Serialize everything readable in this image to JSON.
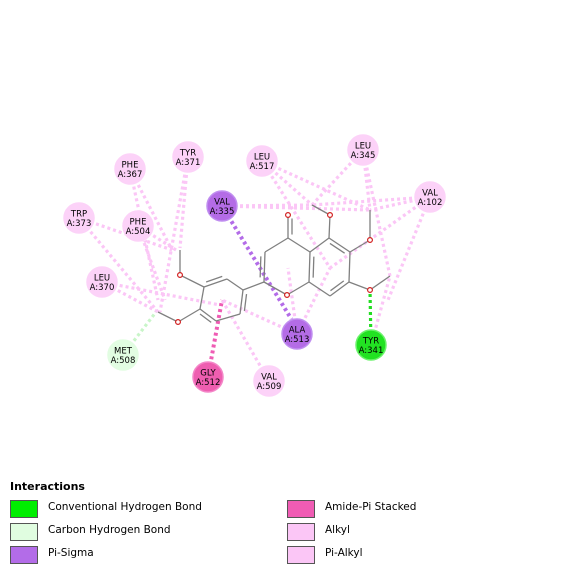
{
  "colors": {
    "conventional_h_bond": "#00ee00",
    "carbon_h_bond": "#d8fcd8",
    "pi_sigma": "#b36ce8",
    "amide_pi_stacked": "#ef5cb4",
    "alkyl": "#fbc6f6",
    "pi_alkyl": "#fbc6f6",
    "bond": "#808080",
    "oxygen": "#d22020"
  },
  "residues": [
    {
      "id": "phe367",
      "name": "PHE",
      "number": "A:367",
      "type": "alkyl"
    },
    {
      "id": "tyr371",
      "name": "TYR",
      "number": "A:371",
      "type": "alkyl"
    },
    {
      "id": "leu517",
      "name": "LEU",
      "number": "A:517",
      "type": "alkyl"
    },
    {
      "id": "leu345",
      "name": "LEU",
      "number": "A:345",
      "type": "alkyl"
    },
    {
      "id": "val102",
      "name": "VAL",
      "number": "A:102",
      "type": "alkyl"
    },
    {
      "id": "trp373",
      "name": "TRP",
      "number": "A:373",
      "type": "alkyl"
    },
    {
      "id": "phe504",
      "name": "PHE",
      "number": "A:504",
      "type": "alkyl"
    },
    {
      "id": "val335",
      "name": "VAL",
      "number": "A:335",
      "type": "pi_sigma"
    },
    {
      "id": "leu370",
      "name": "LEU",
      "number": "A:370",
      "type": "alkyl"
    },
    {
      "id": "met508",
      "name": "MET",
      "number": "A:508",
      "type": "carbon_h_bond"
    },
    {
      "id": "ala513",
      "name": "ALA",
      "number": "A:513",
      "type": "pi_sigma"
    },
    {
      "id": "tyr341",
      "name": "TYR",
      "number": "A:341",
      "type": "conventional_h_bond"
    },
    {
      "id": "gly512",
      "name": "GLY",
      "number": "A:512",
      "type": "amide_pi_stacked"
    },
    {
      "id": "val509",
      "name": "VAL",
      "number": "A:509",
      "type": "alkyl"
    }
  ],
  "legend": {
    "title": "Interactions",
    "items": [
      {
        "label": "Conventional Hydrogen Bond",
        "type": "conventional_h_bond"
      },
      {
        "label": "Carbon Hydrogen Bond",
        "type": "carbon_h_bond"
      },
      {
        "label": "Pi-Sigma",
        "type": "pi_sigma"
      },
      {
        "label": "Amide-Pi Stacked",
        "type": "amide_pi_stacked"
      },
      {
        "label": "Alkyl",
        "type": "alkyl"
      },
      {
        "label": "Pi-Alkyl",
        "type": "pi_alkyl"
      }
    ]
  }
}
